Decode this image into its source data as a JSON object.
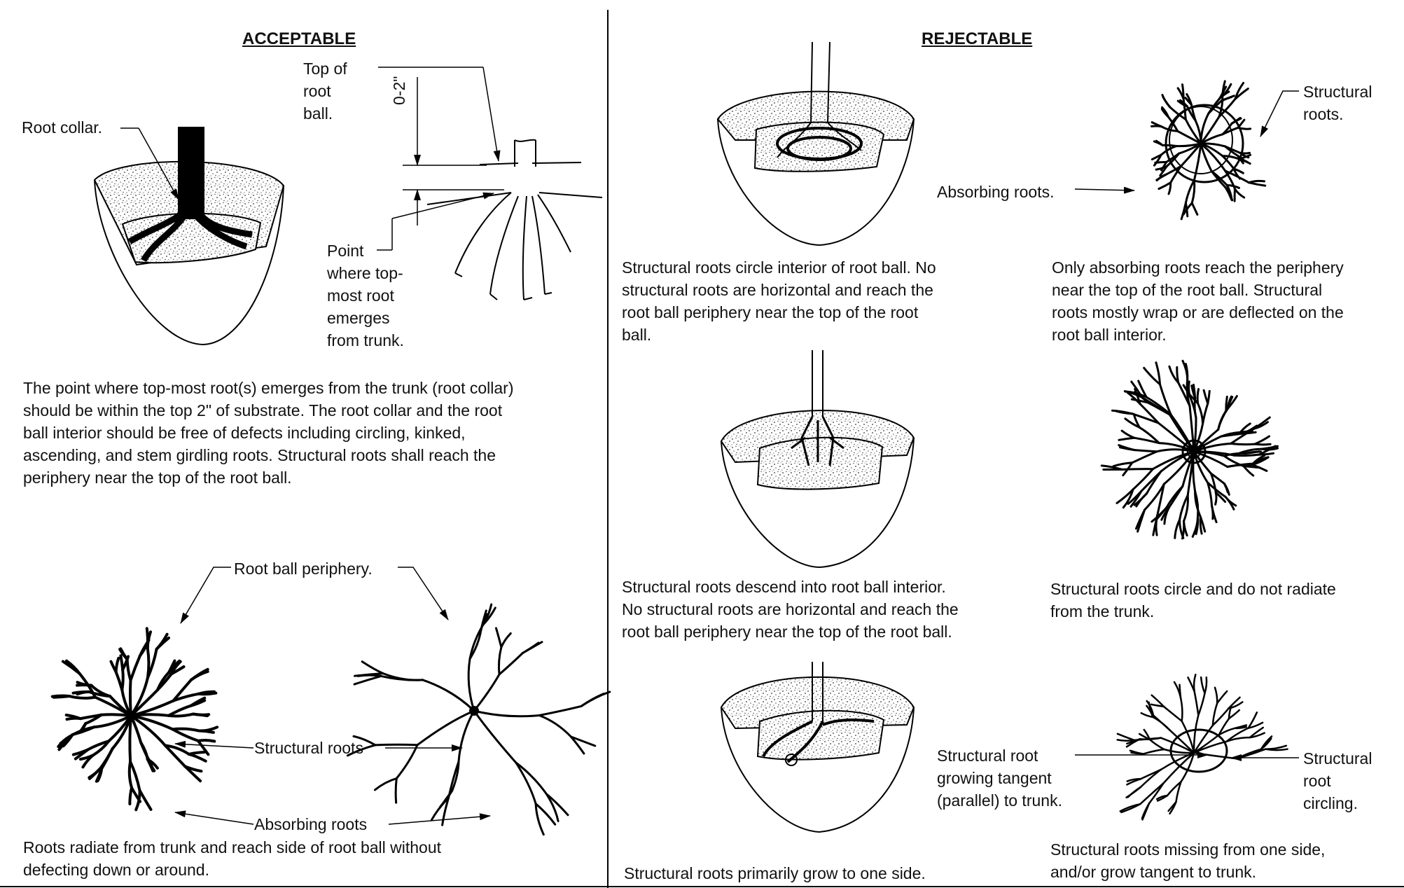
{
  "headings": {
    "acceptable": "ACCEPTABLE",
    "rejectable": "REJECTABLE"
  },
  "acceptable": {
    "root_collar": "Root collar.",
    "top_of_root_ball": "Top of\nroot\nball.",
    "depth_dimension": "0-2\"",
    "point_emerges": "Point\nwhere top-\nmost root\nemerges\nfrom trunk.",
    "collar_paragraph": "The point where top-most root(s) emerges from the trunk (root collar)\nshould be within the top 2\" of substrate. The root collar and the root\nball interior should be free of defects including circling, kinked,\nascending, and stem girdling roots. Structural roots shall reach the\nperiphery near the top of the root ball.",
    "root_ball_periphery": "Root ball periphery.",
    "structural_roots": "Structural roots",
    "absorbing_roots": "Absorbing roots",
    "radiate_caption": "Roots radiate from trunk and reach side of root ball without\ndefecting down or around."
  },
  "rejectable": {
    "circle_interior_caption": "Structural roots circle interior of root ball. No\nstructural roots are horizontal and reach the\nroot ball periphery near the top of the root\nball.",
    "structural_roots_label": "Structural\nroots.",
    "absorbing_roots_label": "Absorbing roots.",
    "only_absorbing_caption": "Only absorbing roots reach the periphery\nnear the top of the root ball. Structural\nroots mostly wrap or are deflected on the\nroot ball interior.",
    "descend_caption": "Structural roots descend into root ball interior.\nNo structural roots are horizontal and reach the\nroot ball periphery near the top of the root ball.",
    "circle_no_radiate_caption": "Structural roots circle and do not radiate\nfrom the trunk.",
    "tangent_label": "Structural root\ngrowing tangent\n(parallel) to trunk.",
    "circling_label": "Structural\nroot\ncircling.",
    "one_side_caption": "Structural roots primarily grow to one side.",
    "missing_caption": "Structural roots missing from one side,\nand/or grow tangent to trunk."
  }
}
